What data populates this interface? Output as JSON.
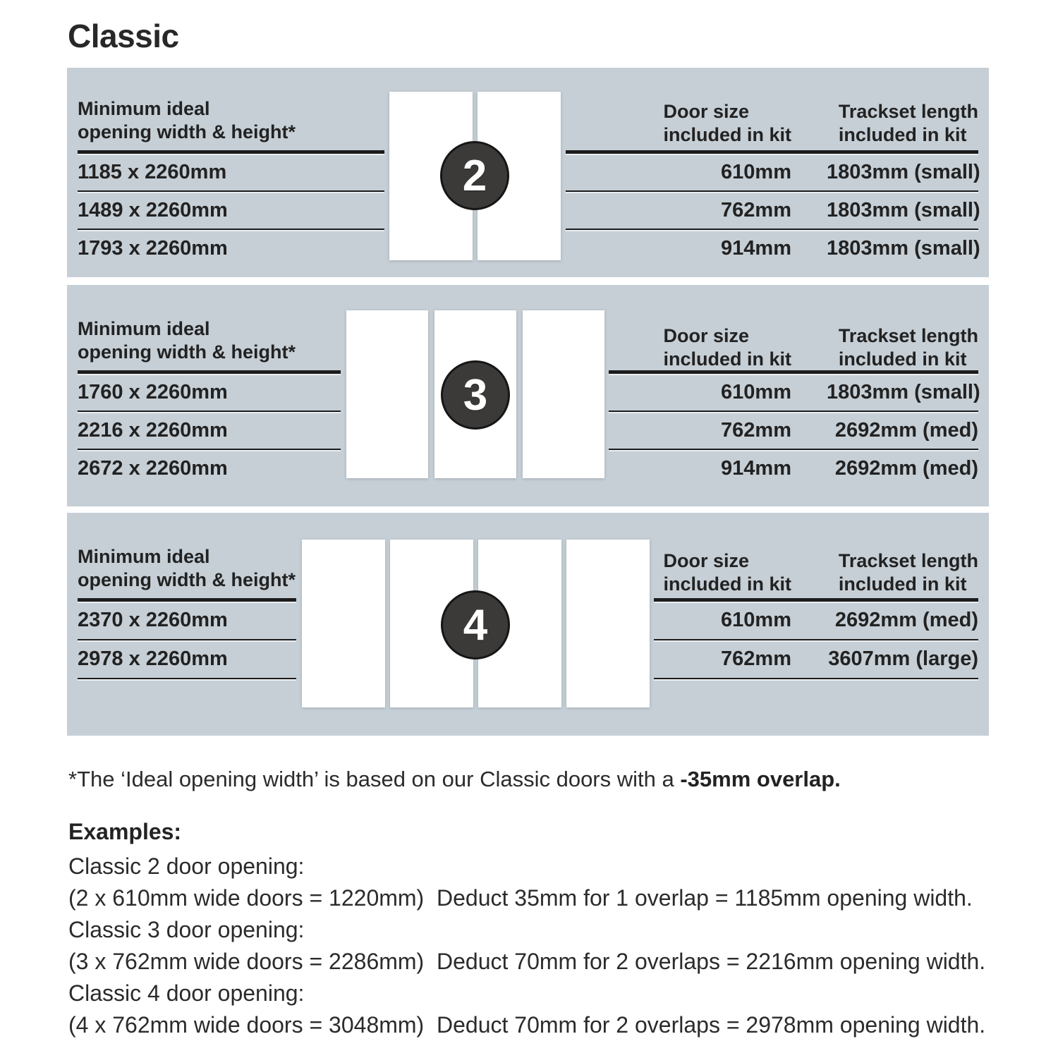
{
  "title": "Classic",
  "colors": {
    "panel_bg": "#c6cfd6",
    "badge_bg": "#3b3a38",
    "line_color": "#1c1c1c",
    "text_color": "#222222"
  },
  "panels": [
    {
      "badge": "2",
      "left_header": [
        "Minimum ideal",
        "opening width & height*"
      ],
      "door_header": [
        "Door size",
        "included in kit"
      ],
      "track_header": [
        "Trackset length",
        "included in kit"
      ],
      "rows": [
        {
          "opening": "1185 x 2260mm",
          "door": "610mm",
          "track": "1803mm (small)"
        },
        {
          "opening": "1489 x 2260mm",
          "door": "762mm",
          "track": "1803mm (small)"
        },
        {
          "opening": "1793 x 2260mm",
          "door": "914mm",
          "track": "1803mm (small)"
        }
      ]
    },
    {
      "badge": "3",
      "left_header": [
        "Minimum ideal",
        "opening width & height*"
      ],
      "door_header": [
        "Door size",
        "included in kit"
      ],
      "track_header": [
        "Trackset length",
        "included in kit"
      ],
      "rows": [
        {
          "opening": "1760 x 2260mm",
          "door": "610mm",
          "track": "1803mm (small)"
        },
        {
          "opening": "2216 x 2260mm",
          "door": "762mm",
          "track": "2692mm (med)"
        },
        {
          "opening": "2672 x 2260mm",
          "door": "914mm",
          "track": "2692mm (med)"
        }
      ]
    },
    {
      "badge": "4",
      "left_header": [
        "Minimum ideal",
        "opening width & height*"
      ],
      "door_header": [
        "Door size",
        "included in kit"
      ],
      "track_header": [
        "Trackset length",
        "included in kit"
      ],
      "rows": [
        {
          "opening": "2370 x 2260mm",
          "door": "610mm",
          "track": "2692mm (med)"
        },
        {
          "opening": "2978 x 2260mm",
          "door": "762mm",
          "track": "3607mm (large)"
        }
      ]
    }
  ],
  "footnote": {
    "text": "*The ‘Ideal opening width’ is based on our Classic doors with a ",
    "bold": "-35mm overlap."
  },
  "examples": {
    "heading": "Examples:",
    "items": [
      {
        "label": "Classic 2 door opening:",
        "detail": "(2 x 610mm wide doors = 1220mm)  Deduct 35mm for 1 overlap = 1185mm opening width."
      },
      {
        "label": "Classic 3 door opening:",
        "detail": "(3 x 762mm wide doors = 2286mm)  Deduct 70mm for 2 overlaps = 2216mm opening width."
      },
      {
        "label": "Classic 4 door opening:",
        "detail": "(4 x 762mm wide doors = 3048mm)  Deduct 70mm for 2 overlaps = 2978mm opening width."
      }
    ]
  }
}
